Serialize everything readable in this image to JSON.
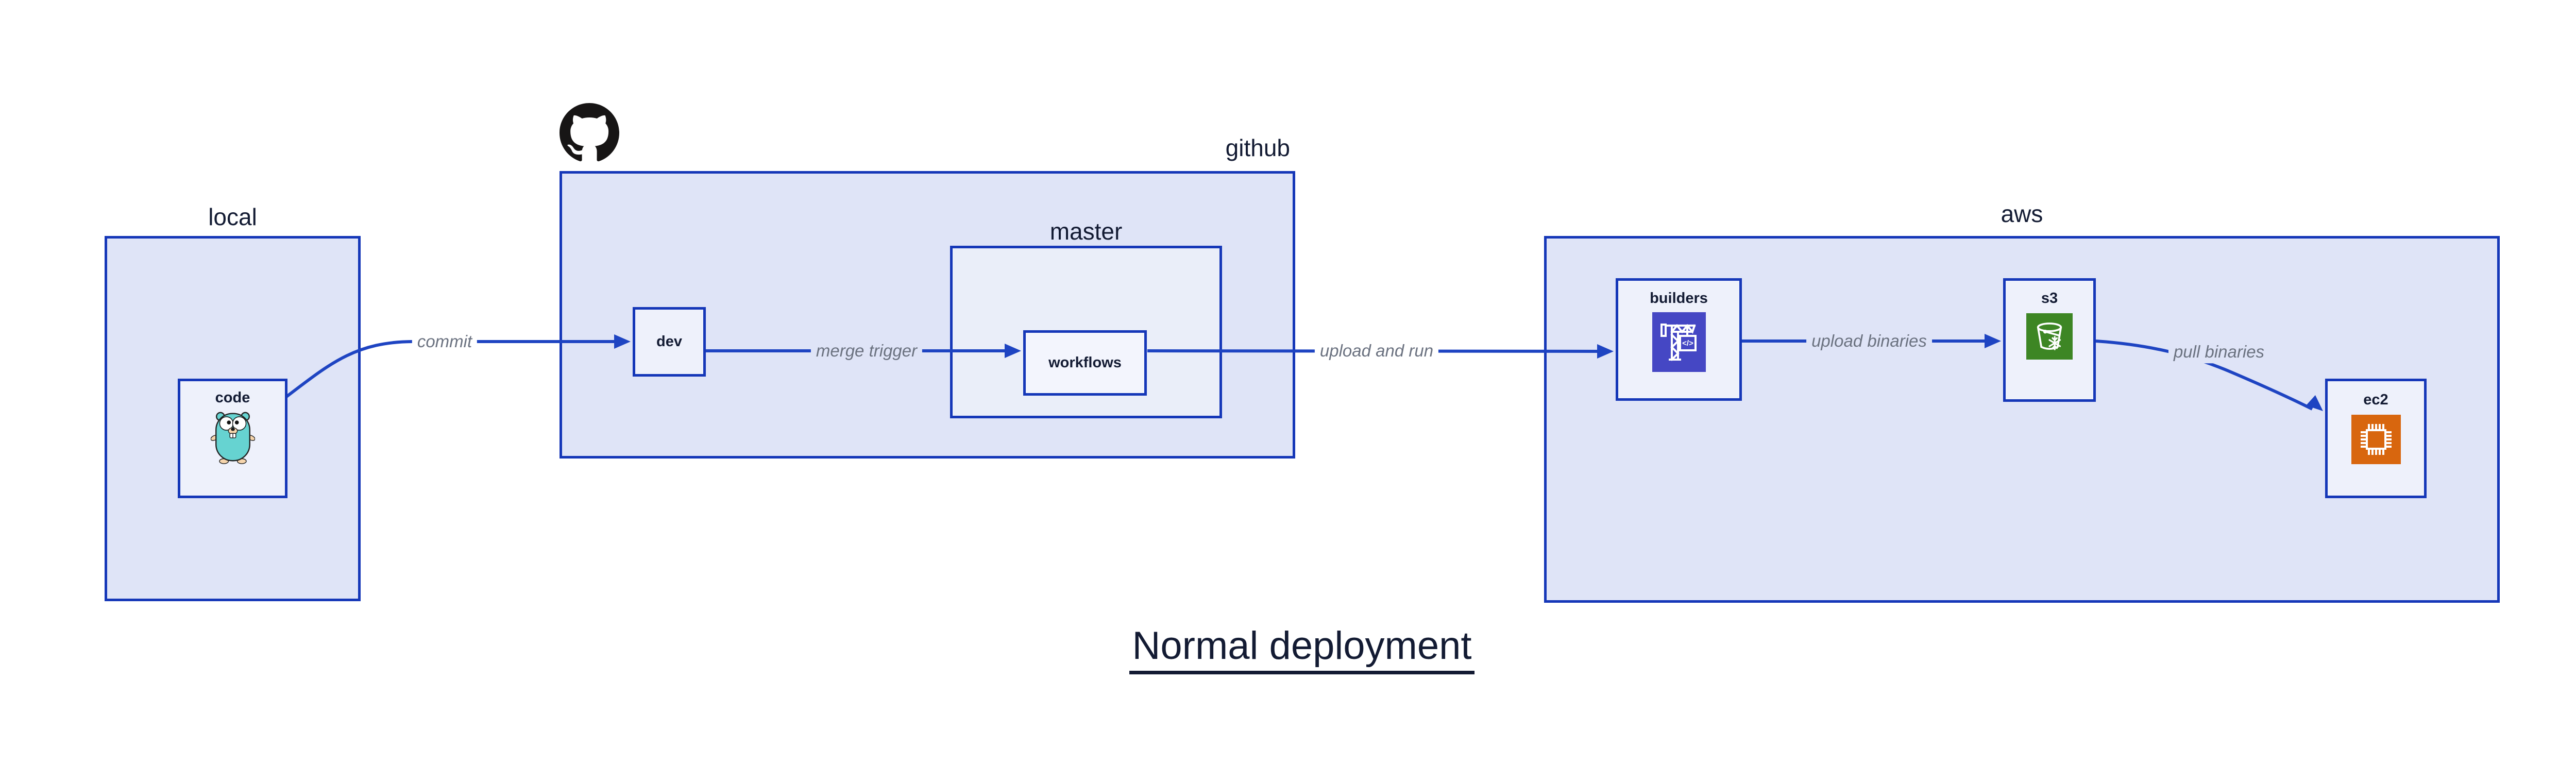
{
  "title": "Normal deployment",
  "groups": {
    "local": {
      "label": "local"
    },
    "github": {
      "label": "github"
    },
    "master": {
      "label": "master"
    },
    "aws": {
      "label": "aws"
    }
  },
  "nodes": {
    "code": {
      "label": "code",
      "icon": "go-gopher-icon"
    },
    "dev": {
      "label": "dev"
    },
    "workflows": {
      "label": "workflows"
    },
    "builders": {
      "label": "builders",
      "icon": "aws-codebuild-crane-icon"
    },
    "s3": {
      "label": "s3",
      "icon": "aws-s3-glacier-bucket-icon"
    },
    "ec2": {
      "label": "ec2",
      "icon": "aws-ec2-chip-icon"
    }
  },
  "edges": {
    "commit": {
      "label": "commit"
    },
    "merge": {
      "label": "merge trigger"
    },
    "upload_run": {
      "label": "upload and run"
    },
    "upload_bin": {
      "label": "upload binaries"
    },
    "pull_bin": {
      "label": "pull binaries"
    }
  },
  "colors": {
    "box_border": "#1537b8",
    "arrow": "#1e44c2",
    "group_fill": "#dfe4f7",
    "subgroup_fill": "#eaeef9",
    "node_fill": "#eef1fb",
    "node_fill_light": "#f3f5fd",
    "label_text": "#131b33",
    "edge_label_text": "#6b7280",
    "page_bg": "#ffffff",
    "codebuild_icon_bg": "#4547c4",
    "s3_icon_bg": "#3d8624",
    "ec2_icon_bg": "#d8660e",
    "gopher_teal": "#66d3d1",
    "github_logo": "#171515"
  }
}
